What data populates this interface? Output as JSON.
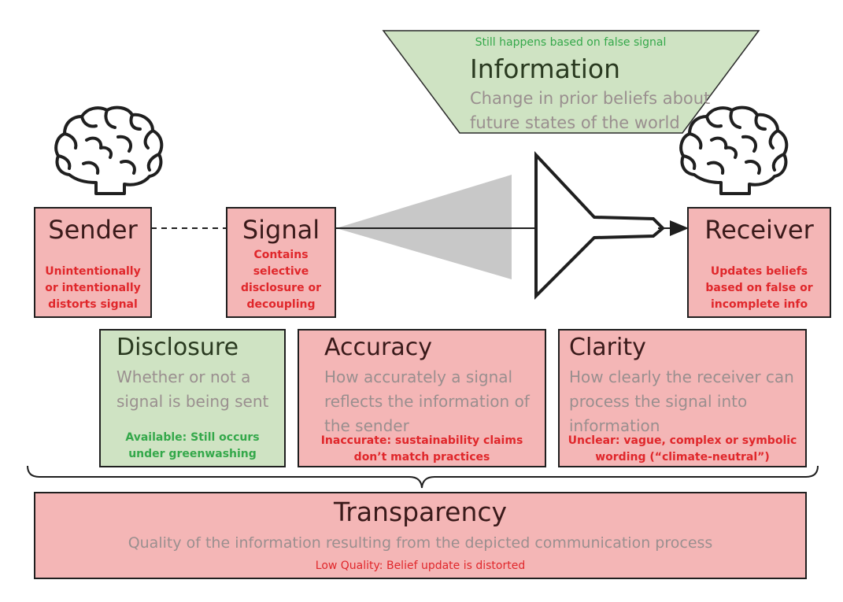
{
  "information": {
    "note": "Still happens based on false signal",
    "title": "Information",
    "desc": "Change in prior beliefs about future states of the world"
  },
  "sender": {
    "title": "Sender",
    "note": "Unintentionally or intentionally distorts signal"
  },
  "signal": {
    "title": "Signal",
    "note": "Contains selective disclosure or decoupling"
  },
  "receiver": {
    "title": "Receiver",
    "note": "Updates beliefs based on false or incomplete info"
  },
  "disclosure": {
    "title": "Disclosure",
    "desc": "Whether or not a signal is being sent",
    "note": "Available: Still occurs under greenwashing"
  },
  "accuracy": {
    "title": "Accuracy",
    "desc": "How accurately a signal reflects the information of the sender",
    "note": "Inaccurate: sustainability claims don’t match practices"
  },
  "clarity": {
    "title": "Clarity",
    "desc": "How clearly the receiver can process the signal into information",
    "note": "Unclear: vague, complex or symbolic wording (“climate-neutral”)"
  },
  "transparency": {
    "title": "Transparency",
    "desc": "Quality of the information resulting from the depicted communication process",
    "note": "Low Quality: Belief update is distorted"
  },
  "colors": {
    "pink": "#f4b6b6",
    "green": "#cfe3c3",
    "red_text": "#e0272b",
    "green_text": "#34a84a",
    "grey_text": "#9a8f8f",
    "cone": "#c8c8c8"
  },
  "icons": [
    "brain-icon",
    "brain-icon",
    "funnel-icon",
    "arrow-icon",
    "cone-shape",
    "brace-shape"
  ]
}
